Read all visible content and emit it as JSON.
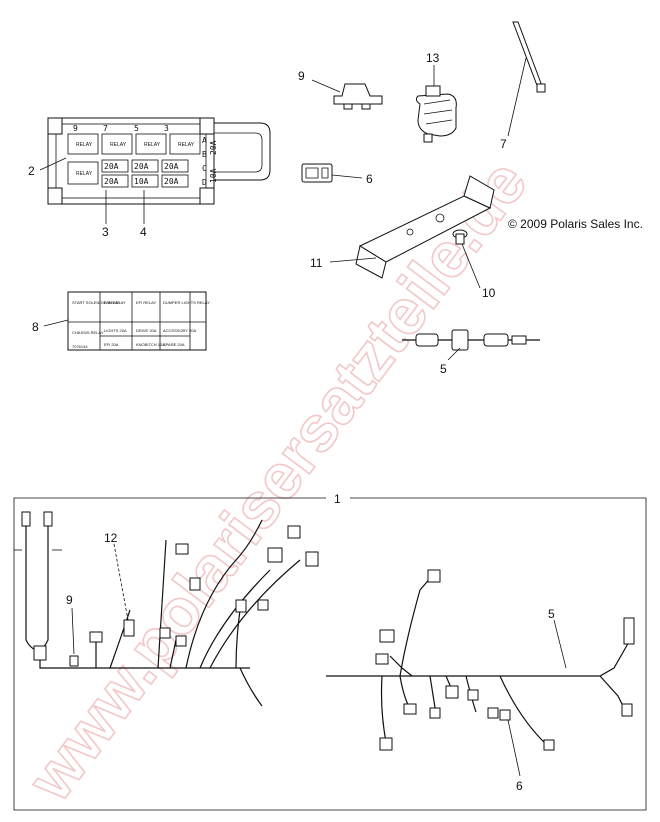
{
  "copyright": "© 2009 Polaris Sales Inc.",
  "watermark": "www.polarisersatzteile.de",
  "callouts": {
    "c1": "1",
    "c2": "2",
    "c3": "3",
    "c4": "4",
    "c5a": "5",
    "c5b": "5",
    "c6a": "6",
    "c6b": "6",
    "c7": "7",
    "c8": "8",
    "c9a": "9",
    "c9b": "9",
    "c10": "10",
    "c11": "11",
    "c12": "12",
    "c13": "13"
  },
  "fuse_box": {
    "top_slot_numbers": [
      "9",
      "7",
      "5",
      "3"
    ],
    "relay_label": "RELAY",
    "fuse_values_row1": [
      "20A",
      "20A",
      "20A"
    ],
    "fuse_values_row2": [
      "20A",
      "10A",
      "20A"
    ],
    "side_letters": [
      "A",
      "B",
      "C",
      "D"
    ],
    "side_fuses": [
      "20A",
      "10A"
    ]
  },
  "decal": {
    "row1": [
      "START SOLENOID RELAY",
      "FAN RELAY",
      "EFI RELAY",
      "DUMPER LIGHTS RELAY"
    ],
    "row2": [
      "CHASSIS RELAY",
      "LIGHTS 20A",
      "DRIVE 20A",
      "ACCESSORY 20A"
    ],
    "row3": [
      "",
      "EFI 20A",
      "KNOBITCH 10A",
      "SPARE 20A"
    ],
    "part_number": "7076144"
  }
}
